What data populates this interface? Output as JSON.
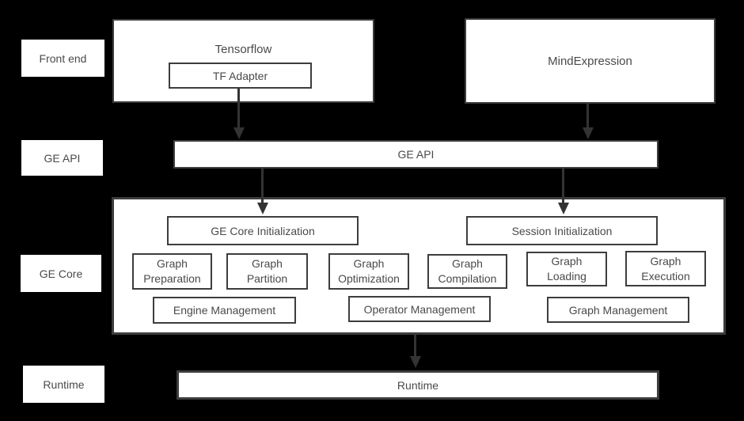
{
  "labels": {
    "front_end": "Front end",
    "ge_api": "GE API",
    "ge_core": "GE Core",
    "runtime": "Runtime"
  },
  "front_end": {
    "tensorflow": "Tensorflow",
    "tf_adapter": "TF Adapter",
    "mind_expression": "MindExpression"
  },
  "api": {
    "label": "GE API"
  },
  "core": {
    "init": "GE Core Initialization",
    "session_init": "Session Initialization",
    "modules": [
      "Graph\nPreparation",
      "Graph\nPartition",
      "Graph\nOptimization",
      "Graph\nCompilation",
      "Graph\nLoading",
      "Graph\nExecution"
    ],
    "management": [
      "Engine Management",
      "Operator Management",
      "Graph Management"
    ]
  },
  "runtime": {
    "label": "Runtime"
  },
  "colors": {
    "background": "#000000",
    "box_fill": "#ffffff",
    "border": "#3d3d3d",
    "text": "#4a4a4a",
    "arrow": "#333333"
  }
}
